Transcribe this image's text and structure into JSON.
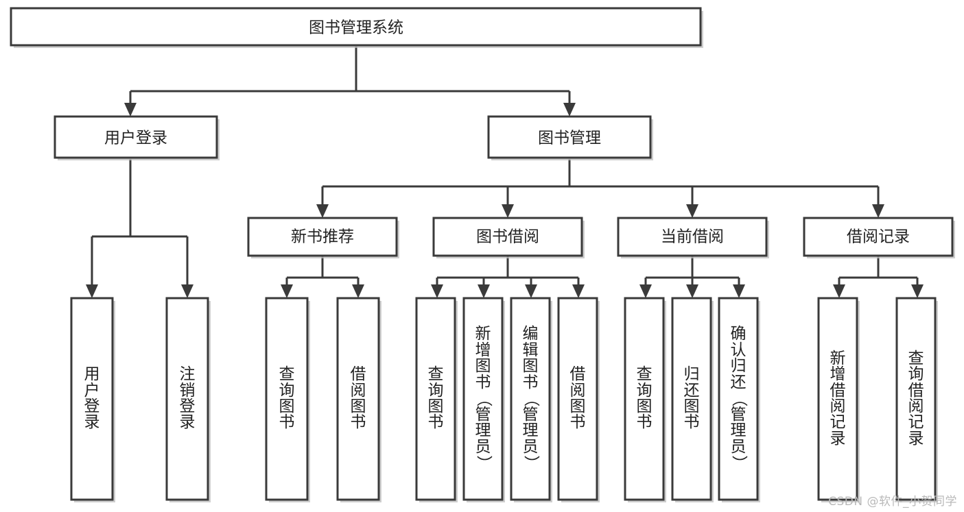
{
  "diagram": {
    "title": "图书管理系统",
    "type": "tree-hierarchy-chart",
    "orientation": "top-down",
    "root": {
      "label": "图书管理系统"
    },
    "level2": [
      {
        "label": "用户登录"
      },
      {
        "label": "图书管理"
      }
    ],
    "level3": [
      {
        "label": "新书推荐"
      },
      {
        "label": "图书借阅"
      },
      {
        "label": "当前借阅"
      },
      {
        "label": "借阅记录"
      }
    ],
    "leaves": {
      "user_login": [
        {
          "label": "用户登录"
        },
        {
          "label": "注销登录"
        }
      ],
      "new_book_recommend": [
        {
          "label": "查询图书"
        },
        {
          "label": "借阅图书"
        }
      ],
      "book_borrow": [
        {
          "label": "查询图书"
        },
        {
          "label": "新增图书（管理员）"
        },
        {
          "label": "编辑图书（管理员）"
        },
        {
          "label": "借阅图书"
        }
      ],
      "current_borrow": [
        {
          "label": "查询图书"
        },
        {
          "label": "归还图书"
        },
        {
          "label": "确认归还（管理员）"
        }
      ],
      "borrow_record": [
        {
          "label": "新增借阅记录"
        },
        {
          "label": "查询借阅记录"
        }
      ]
    }
  },
  "watermark": {
    "text": "CSDN @软件_小贺同学"
  },
  "colors": {
    "box_stroke": "#3a3a3a",
    "box_fill": "#ffffff",
    "text": "#222222",
    "background": "#ffffff",
    "watermark": "#b9b9b9"
  }
}
